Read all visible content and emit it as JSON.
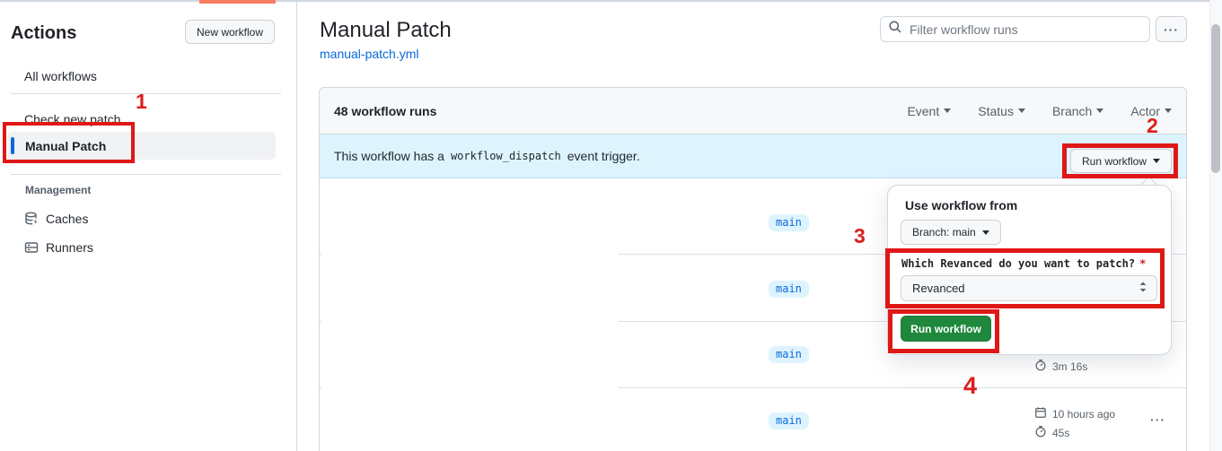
{
  "colors": {
    "accent_blue": "#0969da",
    "banner_bg": "#ddf4ff",
    "badge_bg": "#ddf4ff",
    "primary_green": "#1f883d",
    "annotation_red": "#e01717"
  },
  "sidebar": {
    "title": "Actions",
    "new_workflow_label": "New workflow",
    "items": [
      {
        "label": "All workflows"
      },
      {
        "label": "Check new patch"
      },
      {
        "label": "Manual Patch",
        "selected": true
      }
    ],
    "management_label": "Management",
    "caches_label": "Caches",
    "runners_label": "Runners"
  },
  "header": {
    "title": "Manual Patch",
    "file_link": "manual-patch.yml",
    "search_placeholder": "Filter workflow runs",
    "kebab": "···"
  },
  "runs": {
    "count_label": "48 workflow runs",
    "filters": [
      "Event",
      "Status",
      "Branch",
      "Actor"
    ],
    "banner": {
      "text_prefix": "This workflow has a",
      "code": "workflow_dispatch",
      "text_suffix": "event trigger.",
      "run_workflow_label": "Run workflow"
    },
    "rows": [
      {
        "branch": "main"
      },
      {
        "branch": "main"
      },
      {
        "branch": "main",
        "duration": "3m 16s"
      },
      {
        "branch": "main",
        "started": "10 hours ago",
        "duration": "45s",
        "kebab": "···"
      }
    ]
  },
  "dropdown": {
    "heading": "Use workflow from",
    "branch_selector_label": "Branch: main",
    "input_label": "Which Revanced do you want to patch?",
    "required_mark": "*",
    "input_value": "Revanced",
    "submit_label": "Run workflow"
  },
  "annotations": {
    "n1": "1",
    "n2": "2",
    "n3": "3",
    "n4": "4"
  }
}
